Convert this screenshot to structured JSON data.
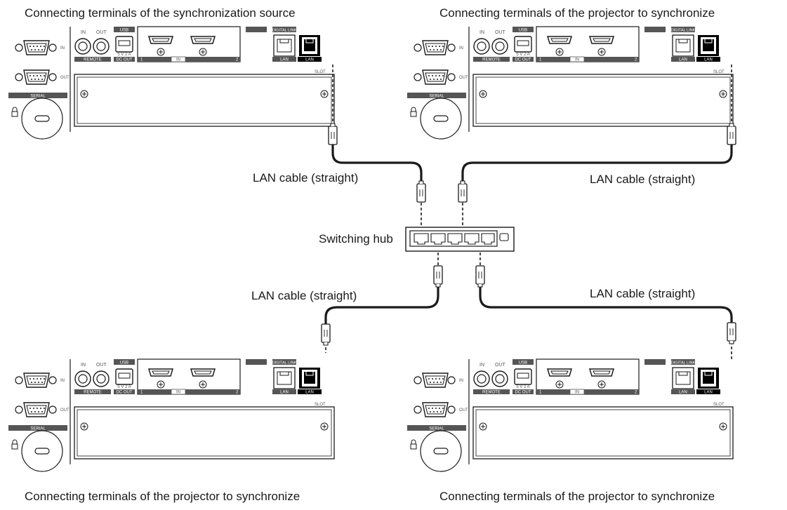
{
  "captions": {
    "top_left": "Connecting terminals of the synchronization source",
    "top_right": "Connecting terminals of the projector to synchronize",
    "bottom_left": "Connecting terminals of the projector to synchronize",
    "bottom_right": "Connecting terminals of the projector to synchronize"
  },
  "cable_labels": {
    "top_left": "LAN cable (straight)",
    "top_right": "LAN cable (straight)",
    "bottom_left": "LAN cable (straight)",
    "bottom_right": "LAN cable (straight)"
  },
  "hub_label": "Switching hub",
  "panel_labels": {
    "port_in": "IN",
    "port_out": "OUT",
    "remote_in": "IN",
    "remote_out": "OUT",
    "usb": "USB",
    "usb_rating": "5 V  2 A",
    "remote": "REMOTE",
    "dc_out": "DC OUT",
    "hdmi_1": "1",
    "hdmi_in": "IN",
    "hdmi_2": "2",
    "digital_link": "DIGITAL LINK",
    "lan": "LAN",
    "lan2": "LAN",
    "slot": "SLOT",
    "serial": "SERIAL"
  },
  "colors": {
    "line": "#1a1a1a",
    "panel_fill": "#ffffff",
    "label_bar": "#555555",
    "highlight_port": "#000000"
  }
}
